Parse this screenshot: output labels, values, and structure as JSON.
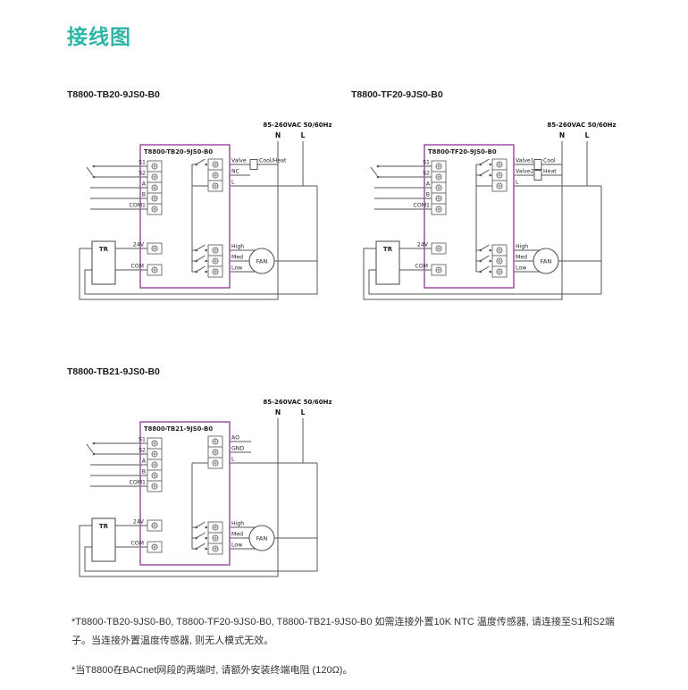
{
  "page": {
    "title": "接线图"
  },
  "colors": {
    "accent_teal": "#2FB5A8",
    "thermostat_outline": "#A55CA5",
    "wire": "#555555"
  },
  "diagrams": {
    "d1": {
      "heading": "T8800-TB20-9JS0-B0",
      "box_title": "T8800-TB20-9JS0-B0",
      "power": "85-260VAC 50/60Hz",
      "n": "N",
      "l": "L",
      "left_terminals": [
        "S1",
        "S2",
        "A",
        "B",
        "COM1"
      ],
      "transformer": "TR",
      "v24": "24V",
      "com": "COM",
      "outputs": [
        "Valve",
        "NC",
        "L"
      ],
      "load_label": "Cool/Heat",
      "fan_terminals": [
        "High",
        "Med",
        "Low"
      ],
      "fan": "FAN"
    },
    "d2": {
      "heading": "T8800-TF20-9JS0-B0",
      "box_title": "T8800-TF20-9JS0-B0",
      "power": "85-260VAC 50/60Hz",
      "n": "N",
      "l": "L",
      "left_terminals": [
        "S1",
        "S2",
        "A",
        "B",
        "COM1"
      ],
      "transformer": "TR",
      "v24": "24V",
      "com": "COM",
      "outputs": [
        "Valve1",
        "Valve2",
        "L"
      ],
      "loads": [
        "Cool",
        "Heat"
      ],
      "fan_terminals": [
        "High",
        "Med",
        "Low"
      ],
      "fan": "FAN"
    },
    "d3": {
      "heading": "T8800-TB21-9JS0-B0",
      "box_title": "T8800-TB21-9JS0-B0",
      "power": "85-260VAC 50/60Hz",
      "n": "N",
      "l": "L",
      "left_terminals": [
        "S1",
        "S2",
        "A",
        "B",
        "COM1"
      ],
      "transformer": "TR",
      "v24": "24V",
      "com": "COM",
      "outputs": [
        "AO",
        "GND",
        "L"
      ],
      "fan_terminals": [
        "High",
        "Med",
        "Low"
      ],
      "fan": "FAN"
    }
  },
  "notes": {
    "note1": "*T8800-TB20-9JS0-B0, T8800-TF20-9JS0-B0, T8800-TB21-9JS0-B0 如需连接外置10K NTC 温度传感器, 请连接至S1和S2端子。当连接外置温度传感器, 则无人模式无效。",
    "note2": "*当T8800在BACnet网段的两端时, 请额外安装终端电阻 (120Ω)。"
  }
}
